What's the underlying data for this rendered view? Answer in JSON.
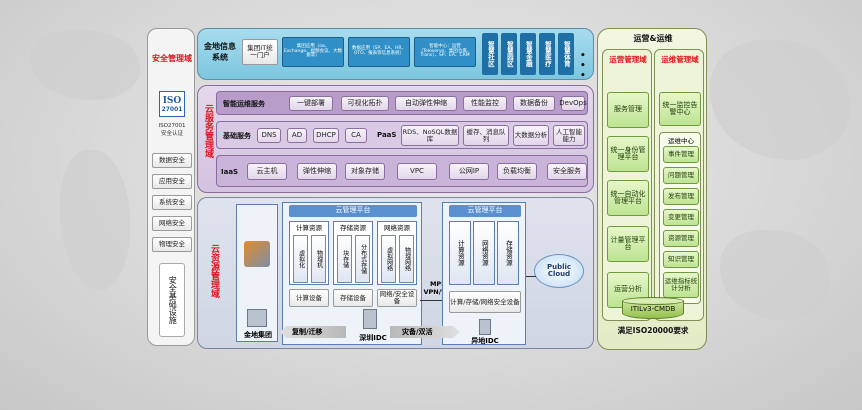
{
  "security": {
    "title": "安全管理域",
    "iso_logo": "ISO 27001",
    "iso_caption": "ISO27001\n安全认证",
    "items": [
      "数据安全",
      "应用安全",
      "系统安全",
      "网络安全",
      "物理安全"
    ],
    "infra_label": "安全基础设施"
  },
  "info_system": {
    "title": "金地信息\n系统",
    "portal": "集团IT统\n一门户",
    "blue_boxes": [
      "集团应用（oa、Exchange、视频会议、大数据等）",
      "数据应用（SP、EA、HR、OTO、报表等信息系统）",
      "智能中心：运营（Teleserve、集团仓库、Trans）、SP、EA、CRM"
    ],
    "smart_tabs": [
      "智慧社区",
      "智慧园区",
      "智慧金融",
      "智慧医疗",
      "智慧体育"
    ],
    "more": "• • •"
  },
  "cloud_service": {
    "domain_label": "云服务管理域",
    "smart_ops": {
      "label": "智能运维服务",
      "items": [
        "一键部署",
        "可视化拓扑",
        "自动弹性伸缩",
        "性能监控",
        "数据备份",
        "DevOps"
      ]
    },
    "basic": {
      "label": "基础服务",
      "items": [
        "DNS",
        "AD",
        "DHCP",
        "CA"
      ]
    },
    "paas": {
      "label": "PaaS",
      "items": [
        "RDS、NoSQL数据库",
        "缓存、消息队列",
        "大数据分析",
        "人工智能能力"
      ]
    },
    "iaas": {
      "label": "IaaS",
      "items": [
        "云主机",
        "弹性伸缩",
        "对象存储",
        "VPC",
        "公网IP",
        "负载均衡",
        "安全服务"
      ]
    }
  },
  "cloud_resource": {
    "domain_label": "云资源管理域",
    "hq": "金地集团",
    "platform_label": "云管理平台",
    "shenzhen": {
      "pools": [
        "计算资源",
        "存储资源",
        "网络资源"
      ],
      "pool_items": [
        [
          "虚拟化",
          "物理机"
        ],
        [
          "块存储",
          "分布式存储"
        ],
        [
          "虚拟网络",
          "物理网络"
        ]
      ],
      "devices": [
        "计算设备",
        "存储设备",
        "网络/安全设备"
      ],
      "idc": "深圳IDC"
    },
    "remote": {
      "pools": [
        "计算资源",
        "网络资源",
        "存储资源"
      ],
      "device": "计算/存储/网络安全设备",
      "idc": "异地IDC"
    },
    "mpls": "MPLS\nVPN/VBN",
    "public_cloud": "Public\nCloud",
    "arrow_left": "复制/迁移",
    "arrow_right": "灾备/双活"
  },
  "ops": {
    "title": "运营&运维",
    "ops_domain": {
      "title": "运营管理域",
      "items": [
        "服务管理",
        "统一身份管理平台",
        "统一自动化管理平台",
        "计量管理平台",
        "运营分析"
      ]
    },
    "maint_domain": {
      "title": "运维管理域",
      "top": "统一监控告警中心",
      "center_label": "运维中心",
      "items": [
        "事件管理",
        "问题管理",
        "发布管理",
        "变更管理",
        "资源管理",
        "知识管理",
        "运维指标统计分析"
      ]
    },
    "cmdb": "ITILv3-CMDB",
    "footer": "满足ISO20000要求"
  },
  "colors": {
    "purple_panel": "#dccde6",
    "blue_strip": "#8fd0e6",
    "ops_panel": "#eef3da",
    "resource_panel": "#d6dbe8",
    "red_label": "#e0141e"
  }
}
